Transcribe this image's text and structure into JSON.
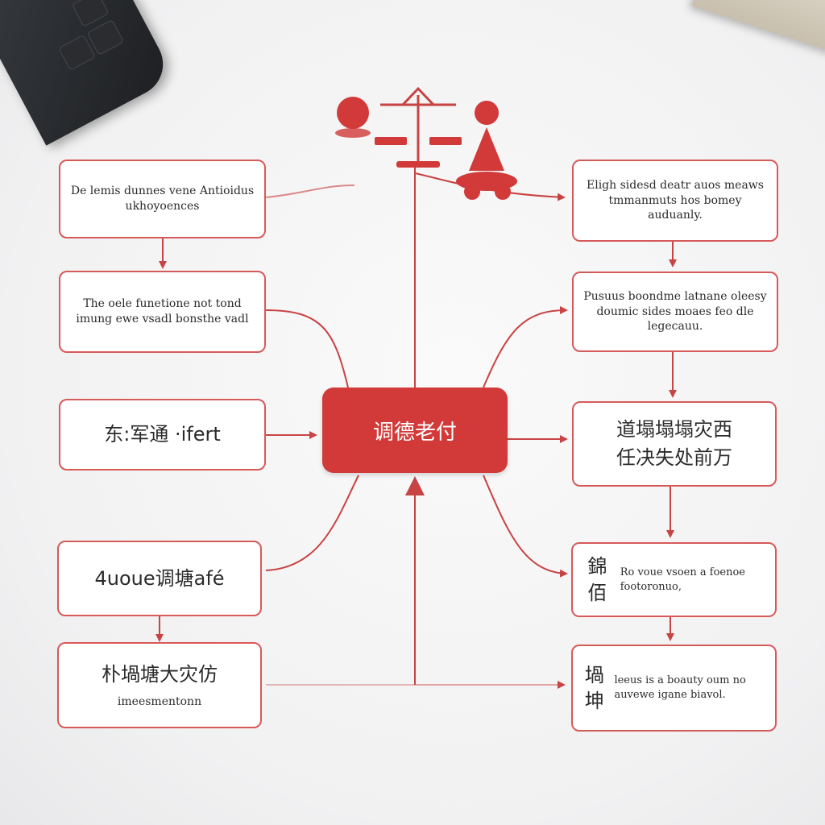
{
  "colors": {
    "accent": "#d23a3a",
    "line": "#c84343",
    "box_border": "#d65a5a",
    "text": "#2b2b2b"
  },
  "icons": [
    "person-icon",
    "balance-scale-icon",
    "woman-icon"
  ],
  "center": {
    "label": "调德老付"
  },
  "left_boxes": [
    {
      "text": "De lemis dunnes vene Antioidus ukhoyoences"
    },
    {
      "text": "The oele funetione not tond imung ewe vsadl bonsthe vadl"
    },
    {
      "text": "东:军通 ·ifert"
    },
    {
      "text": "4uoue调塘afé"
    },
    {
      "title": "朴堝塘大灾仿",
      "subtitle": "imeesmentonn"
    }
  ],
  "right_boxes": [
    {
      "text": "Eligh sidesd deatr auos meaws tmmanmuts hos bomey auduanly."
    },
    {
      "text": "Pusuus boondme latnane oleesy doumic sides moaes feo dle legecauu."
    },
    {
      "lines": [
        "道塌塌塌灾西",
        "任决失处前万"
      ]
    },
    {
      "cn": "錦佰",
      "en": "Ro voue vsoen a foenoe footoronuo,"
    },
    {
      "cn": "堝坤",
      "en": "leeus is a boauty oum no auvewe igane biavol."
    }
  ]
}
